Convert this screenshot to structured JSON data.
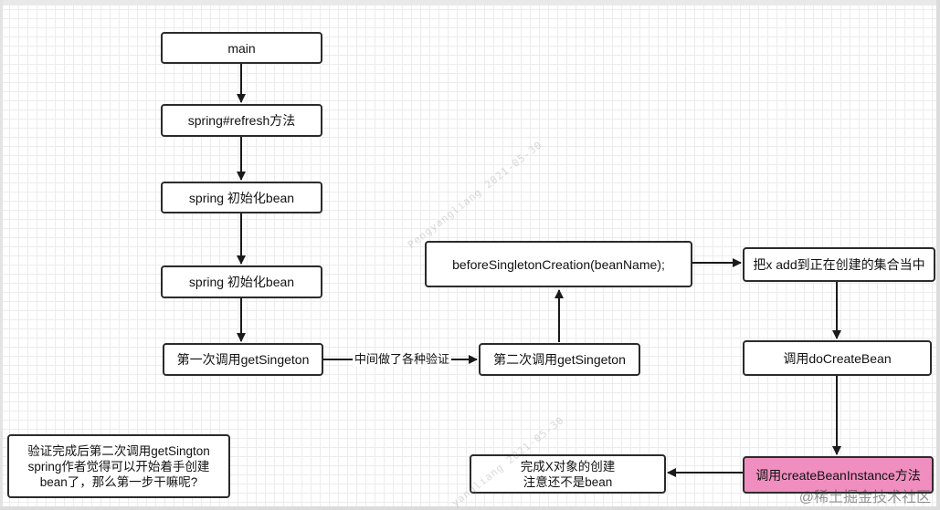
{
  "nodes": {
    "main": "main",
    "refresh": "spring#refresh方法",
    "init_bean_1": "spring 初始化bean",
    "init_bean_2": "spring 初始化bean",
    "first_get": "第一次调用getSingeton",
    "second_get": "第二次调用getSingeton",
    "before_creation": "beforeSingletonCreation(beanName);",
    "add_to_set": "把x add到正在创建的集合当中",
    "do_create_bean": "调用doCreateBean",
    "create_instance": "调用createBeanInstance方法",
    "finish_line1": "完成X对象的创建",
    "finish_line2": "注意还不是bean"
  },
  "edge_labels": {
    "validation": "中间做了各种验证"
  },
  "note": {
    "line1": "验证完成后第二次调用getSington",
    "line2": "spring作者觉得可以开始着手创建",
    "line3": "bean了，那么第一步干嘛呢?"
  },
  "watermarks": {
    "upper": "Pengyangliang 2021-05-30",
    "lower": "yangliang 2021-05-30"
  },
  "brand": "@稀土掘金技术社区",
  "colors": {
    "highlight": "#f08ec0",
    "stroke": "#2b2b2b"
  }
}
